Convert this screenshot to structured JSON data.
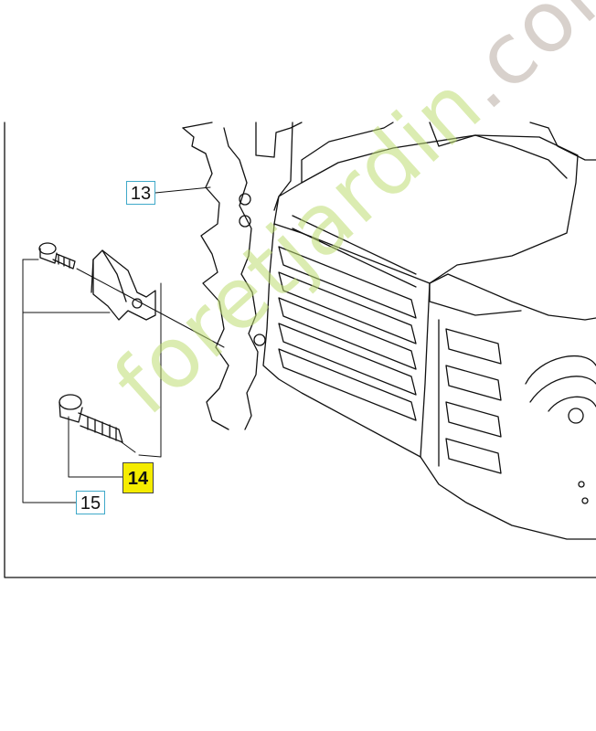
{
  "callouts": {
    "part_13": "13",
    "part_14": "14",
    "part_15": "15"
  },
  "watermark": {
    "part_green": "foretjardin",
    "part_grey": ".com",
    "color_green": "#bedd72",
    "color_grey": "#b9ada4"
  },
  "colors": {
    "callout_border": "#3fa9c9",
    "highlight": "#f5ec00"
  }
}
